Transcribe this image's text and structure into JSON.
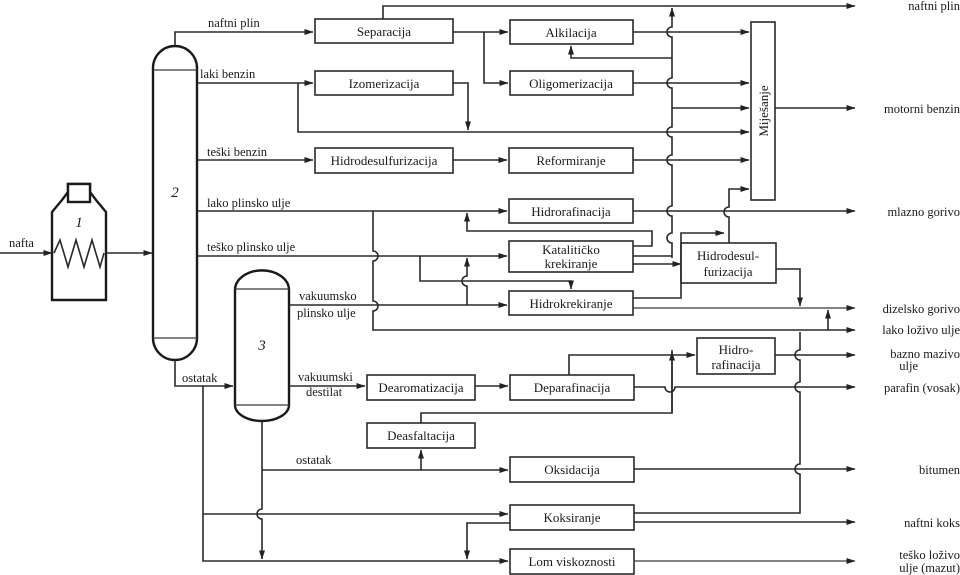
{
  "diagram": {
    "units": {
      "furnace": "1",
      "atmospheric_column": "2",
      "vacuum_column": "3"
    },
    "input": "nafta",
    "streams": {
      "naftni_plin": "naftni plin",
      "laki_benzin": "laki benzin",
      "teski_benzin": "teški benzin",
      "lako_plinsko_ulje": "lako plinsko ulje",
      "tesko_plinsko_ulje": "teško plinsko ulje",
      "vakuumsko_1": "vakuumsko",
      "vakuumsko_2": "plinsko ulje",
      "ostatak_atm": "ostatak",
      "vakuumski_1": "vakuumski",
      "vakuumski_2": "destilat",
      "ostatak_vac": "ostatak"
    },
    "processes": {
      "separacija": "Separacija",
      "alkilacija": "Alkilacija",
      "izomerizacija": "Izomerizacija",
      "oligomerizacija": "Oligomerizacija",
      "hidrodesulfurizacija": "Hidrodesulfurizacija",
      "reformiranje": "Reformiranje",
      "hidrorafinacija": "Hidrorafinacija",
      "katliticko_1": "Katalitičko",
      "katliticko_2": "krekiranje",
      "hidrokrekiranje": "Hidrokrekiranje",
      "hds2_1": "Hidrodesul-",
      "hds2_2": "furizacija",
      "mijesanje": "Miješanje",
      "hr2_1": "Hidro-",
      "hr2_2": "rafinacija",
      "dearomatizacija": "Dearomatizacija",
      "deparafinacija": "Deparafinacija",
      "deasfaltacija": "Deasfaltacija",
      "oksidacija": "Oksidacija",
      "koksiranje": "Koksiranje",
      "lom_viskoznosti": "Lom viskoznosti"
    },
    "products": {
      "naftni_plin": "naftni plin",
      "motorni_benzin": "motorni benzin",
      "mlazno_gorivo": "mlazno gorivo",
      "dizelsko_gorivo": "dizelsko gorivo",
      "lako_lozivo_ulje": "lako loživo ulje",
      "bazno_mazivo_1": "bazno mazivo",
      "bazno_mazivo_2": "ulje",
      "parafin": "parafin (vosak)",
      "bitumen": "bitumen",
      "naftni_koks": "naftni koks",
      "tesko_lozivo_1": "teško loživo",
      "tesko_lozivo_2": "ulje (mazut)"
    }
  }
}
